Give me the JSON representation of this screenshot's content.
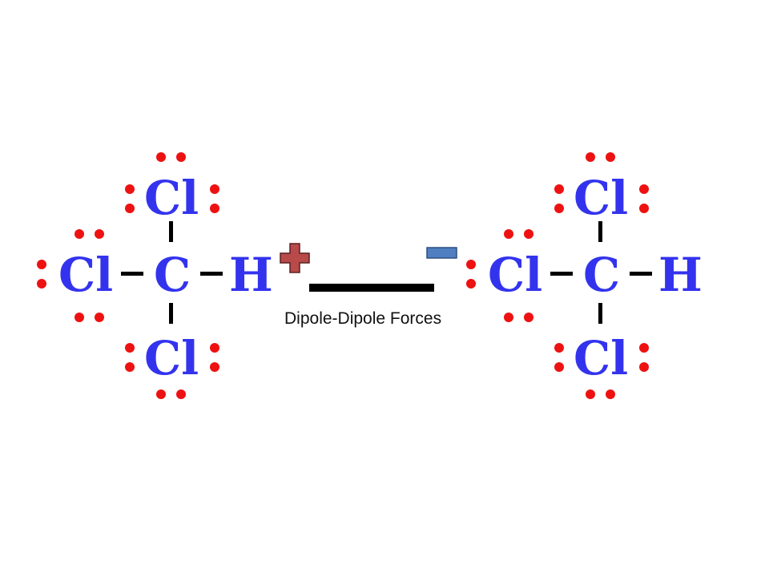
{
  "colors": {
    "atom": "#3333ee",
    "lone_pair": "#ee1111",
    "bond": "#000000",
    "partial_positive": "#b84a4a",
    "partial_negative": "#4f7fc0",
    "interaction_line": "#000000",
    "caption": "#111111"
  },
  "molecules": [
    {
      "atoms": {
        "top": "Cl",
        "left": "Cl",
        "center": "C",
        "right": "H",
        "bottom": "Cl"
      }
    },
    {
      "atoms": {
        "top": "Cl",
        "left": "Cl",
        "center": "C",
        "right": "H",
        "bottom": "Cl"
      }
    }
  ],
  "interaction": {
    "caption": "Dipole-Dipole Forces",
    "positive_symbol": "plus-sign-icon",
    "negative_symbol": "minus-sign-icon"
  }
}
